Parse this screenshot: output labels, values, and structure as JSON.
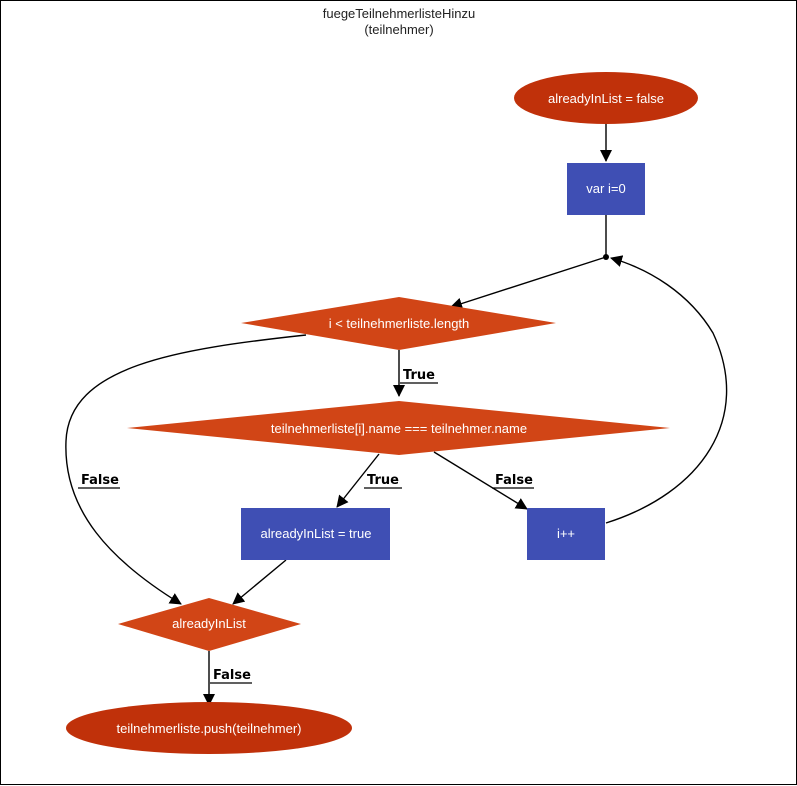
{
  "title": {
    "line1": "fuegeTeilnehmerlisteHinzu",
    "line2": "(teilnehmer)"
  },
  "colors": {
    "ellipse": "#c0310a",
    "decision": "#d14516",
    "process": "#3f4fb4"
  },
  "nodes": {
    "start": "alreadyInList = false",
    "init": "var i=0",
    "loop_condition": "i < teilnehmerliste.length",
    "name_check": "teilnehmerliste[i].name === teilnehmer.name",
    "set_true": "alreadyInList = true",
    "increment": "i++",
    "already_check": "alreadyInList",
    "push": "teilnehmerliste.push(teilnehmer)"
  },
  "edge_labels": {
    "loop_true": "True",
    "loop_false": "False",
    "name_true": "True",
    "name_false": "False",
    "already_false": "False"
  }
}
